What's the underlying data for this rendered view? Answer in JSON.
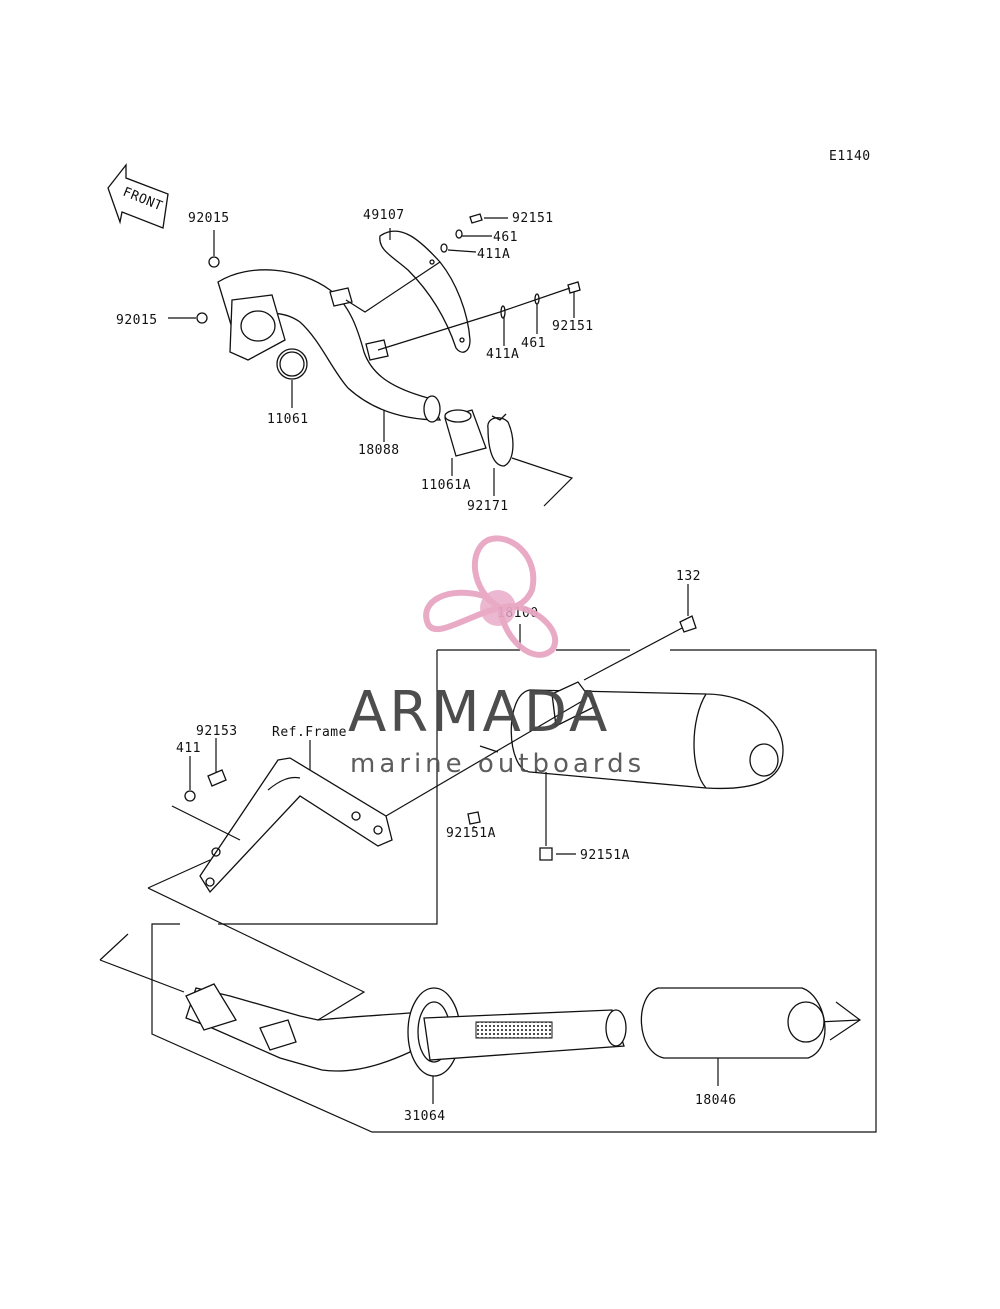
{
  "diagram_code": "E1140",
  "front_label": "FRONT",
  "ref_frame": "Ref.Frame",
  "parts": {
    "p92015_top": "92015",
    "p92015_left": "92015",
    "p49107": "49107",
    "p92151_top": "92151",
    "p461_top": "461",
    "p411A_top": "411A",
    "p92151_right": "92151",
    "p461_right": "461",
    "p411A_right": "411A",
    "p11061": "11061",
    "p18088": "18088",
    "p11061A": "11061A",
    "p92171": "92171",
    "p132": "132",
    "p18100": "18100",
    "p92153": "92153",
    "p411": "411",
    "p92151A_left": "92151A",
    "p92151A_bottom": "92151A",
    "p31064": "31064",
    "p18046": "18046"
  },
  "watermark": {
    "brand": "ARMADA",
    "tagline": "marine outboards",
    "color": "#e8a6c4"
  }
}
